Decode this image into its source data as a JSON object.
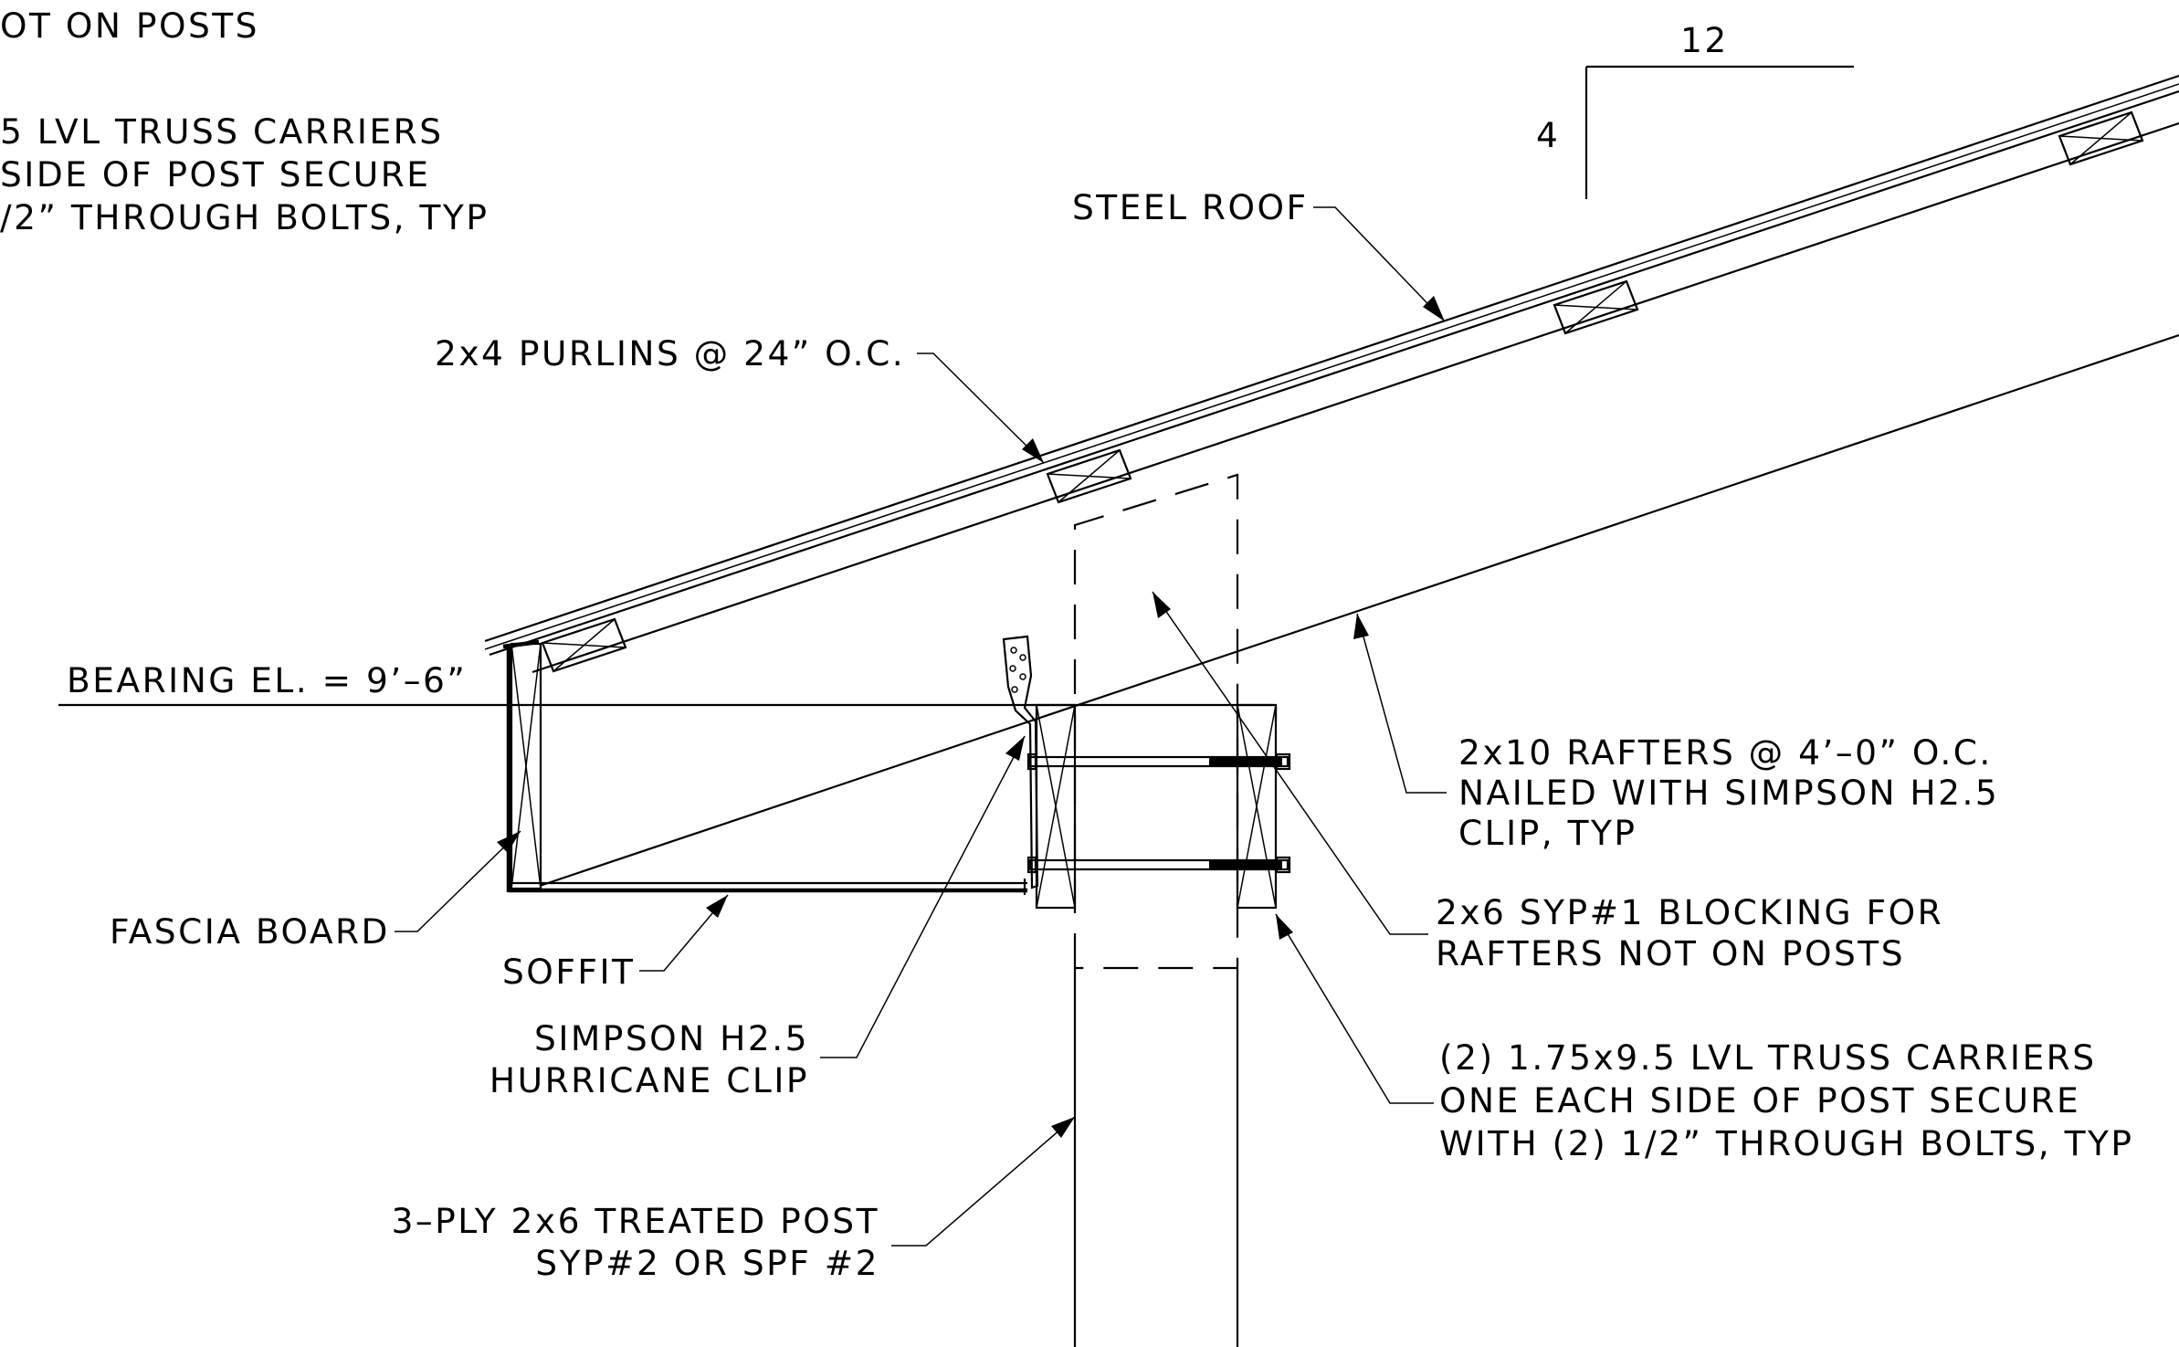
{
  "labels": {
    "top_partial_1": "OT ON POSTS",
    "top_partial_2": "5 LVL TRUSS CARRIERS",
    "top_partial_3": "SIDE OF POST SECURE",
    "top_partial_4": "/2” THROUGH BOLTS, TYP",
    "pitch_run": "12",
    "pitch_rise": "4",
    "steel_roof": "STEEL ROOF",
    "purlins": "2x4 PURLINS @ 24” O.C.",
    "bearing": "BEARING EL. = 9’–6”",
    "rafters_1": "2x10 RAFTERS @ 4’–0” O.C.",
    "rafters_2": "NAILED WITH SIMPSON H2.5",
    "rafters_3": "CLIP, TYP",
    "blocking_1": "2x6 SYP#1 BLOCKING FOR",
    "blocking_2": "RAFTERS NOT ON POSTS",
    "carriers_1": "(2) 1.75x9.5 LVL TRUSS CARRIERS",
    "carriers_2": "ONE EACH SIDE OF POST SECURE",
    "carriers_3": "WITH (2) 1/2” THROUGH BOLTS, TYP",
    "fascia": "FASCIA BOARD",
    "soffit": "SOFFIT",
    "clip_1": "SIMPSON H2.5",
    "clip_2": "HURRICANE CLIP",
    "post_1": "3–PLY 2x6 TREATED POST",
    "post_2": "SYP#2 OR SPF #2"
  }
}
